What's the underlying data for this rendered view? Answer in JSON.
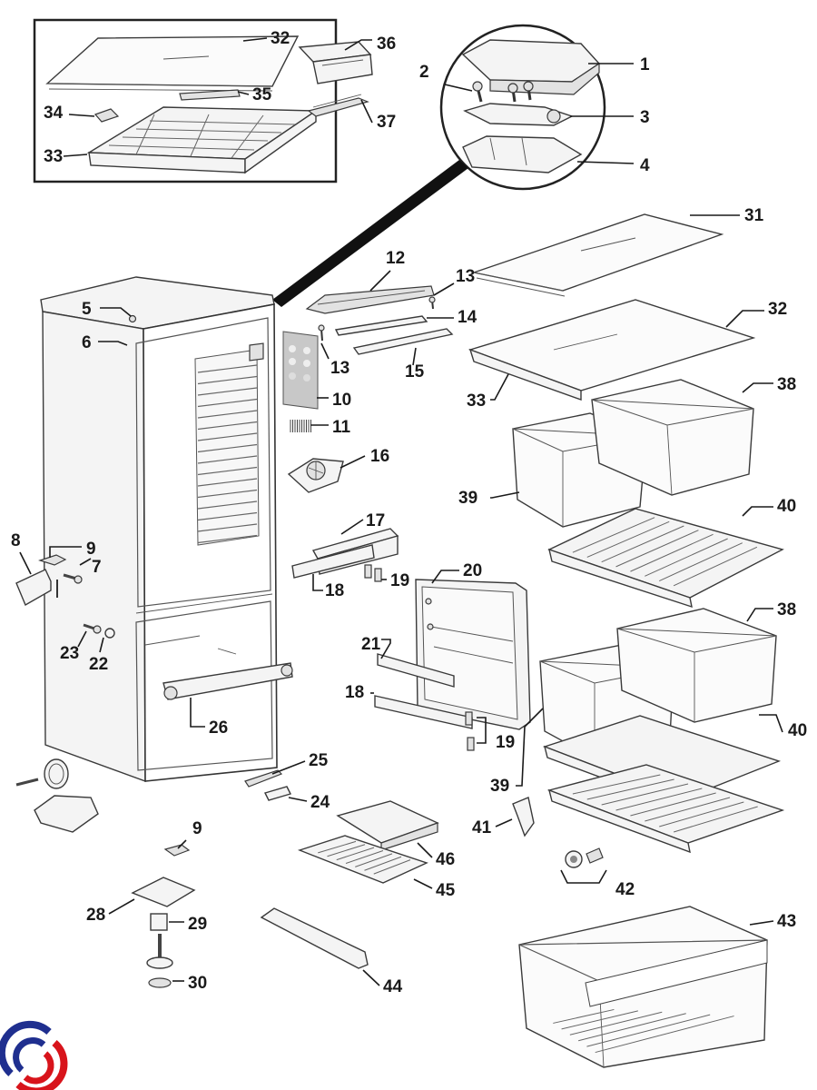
{
  "diagram": {
    "title": "Refrigerator exploded parts diagram",
    "brand_colors": {
      "logo_blue": "#1f2f8f",
      "logo_red": "#d8141b"
    },
    "callouts": [
      {
        "id": "c1",
        "label": "1"
      },
      {
        "id": "c2",
        "label": "2"
      },
      {
        "id": "c3",
        "label": "3"
      },
      {
        "id": "c4",
        "label": "4"
      },
      {
        "id": "c5",
        "label": "5"
      },
      {
        "id": "c6",
        "label": "6"
      },
      {
        "id": "c7",
        "label": "7"
      },
      {
        "id": "c8",
        "label": "8"
      },
      {
        "id": "c9a",
        "label": "9"
      },
      {
        "id": "c9b",
        "label": "9"
      },
      {
        "id": "c10",
        "label": "10"
      },
      {
        "id": "c11",
        "label": "11"
      },
      {
        "id": "c12",
        "label": "12"
      },
      {
        "id": "c13a",
        "label": "13"
      },
      {
        "id": "c13b",
        "label": "13"
      },
      {
        "id": "c14",
        "label": "14"
      },
      {
        "id": "c15",
        "label": "15"
      },
      {
        "id": "c16",
        "label": "16"
      },
      {
        "id": "c17",
        "label": "17"
      },
      {
        "id": "c18a",
        "label": "18"
      },
      {
        "id": "c18b",
        "label": "18"
      },
      {
        "id": "c19a",
        "label": "19"
      },
      {
        "id": "c19b",
        "label": "19"
      },
      {
        "id": "c20",
        "label": "20"
      },
      {
        "id": "c21",
        "label": "21"
      },
      {
        "id": "c22",
        "label": "22"
      },
      {
        "id": "c23",
        "label": "23"
      },
      {
        "id": "c24",
        "label": "24"
      },
      {
        "id": "c25",
        "label": "25"
      },
      {
        "id": "c26",
        "label": "26"
      },
      {
        "id": "c28",
        "label": "28"
      },
      {
        "id": "c29",
        "label": "29"
      },
      {
        "id": "c30",
        "label": "30"
      },
      {
        "id": "c31",
        "label": "31"
      },
      {
        "id": "c32a",
        "label": "32"
      },
      {
        "id": "c32b",
        "label": "32"
      },
      {
        "id": "c33a",
        "label": "33"
      },
      {
        "id": "c33b",
        "label": "33"
      },
      {
        "id": "c34",
        "label": "34"
      },
      {
        "id": "c35",
        "label": "35"
      },
      {
        "id": "c36",
        "label": "36"
      },
      {
        "id": "c37",
        "label": "37"
      },
      {
        "id": "c38a",
        "label": "38"
      },
      {
        "id": "c38b",
        "label": "38"
      },
      {
        "id": "c39a",
        "label": "39"
      },
      {
        "id": "c39b",
        "label": "39"
      },
      {
        "id": "c40a",
        "label": "40"
      },
      {
        "id": "c40b",
        "label": "40"
      },
      {
        "id": "c41",
        "label": "41"
      },
      {
        "id": "c42",
        "label": "42"
      },
      {
        "id": "c43",
        "label": "43"
      },
      {
        "id": "c44",
        "label": "44"
      },
      {
        "id": "c45",
        "label": "45"
      },
      {
        "id": "c46",
        "label": "46"
      }
    ]
  }
}
